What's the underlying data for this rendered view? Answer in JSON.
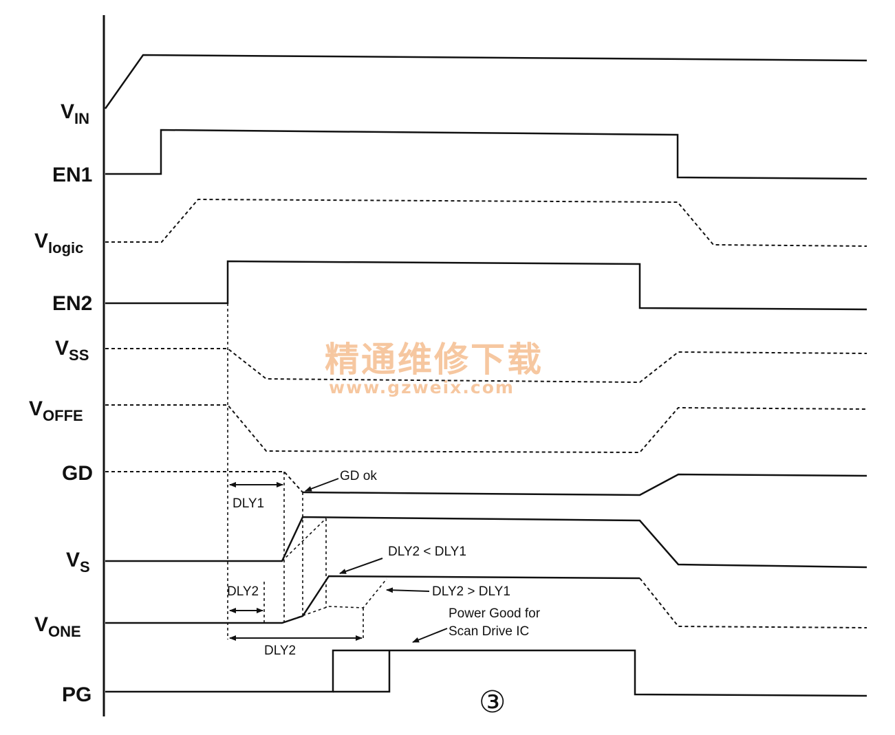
{
  "signals": [
    {
      "id": "vin",
      "main": "V",
      "sub": "IN"
    },
    {
      "id": "en1",
      "main": "EN1",
      "sub": ""
    },
    {
      "id": "vlogic",
      "main": "V",
      "sub": "logic"
    },
    {
      "id": "en2",
      "main": "EN2",
      "sub": ""
    },
    {
      "id": "vss",
      "main": "V",
      "sub": "SS"
    },
    {
      "id": "voffe",
      "main": "V",
      "sub": "OFFE"
    },
    {
      "id": "gd",
      "main": "GD",
      "sub": ""
    },
    {
      "id": "vs",
      "main": "V",
      "sub": "S"
    },
    {
      "id": "vone",
      "main": "V",
      "sub": "ONE"
    },
    {
      "id": "pg",
      "main": "PG",
      "sub": ""
    }
  ],
  "annotations": {
    "gd_ok": "GD ok",
    "dly1": "DLY1",
    "dly2_left": "DLY2",
    "dly2_bottom": "DLY2",
    "dly2_lt_dly1": "DLY2 < DLY1",
    "dly2_gt_dly1": "DLY2 > DLY1",
    "power_good_line1": "Power Good for",
    "power_good_line2": "Scan Drive IC"
  },
  "watermark": {
    "chinese": "精通维修下载",
    "url": "www.gzweix.com"
  },
  "figure_number": "③",
  "colors": {
    "ink": "#111111",
    "watermark": "#f6c7a0",
    "background": "#ffffff"
  }
}
